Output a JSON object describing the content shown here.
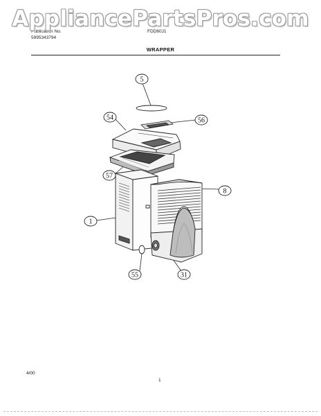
{
  "watermark": "AppliancePartsPros.com",
  "header": {
    "publication_label": "Publication No.",
    "publication_number": "5995343794",
    "model": "FDD60J1"
  },
  "title": "WRAPPER",
  "callouts": [
    "5",
    "54",
    "56",
    "57",
    "8",
    "1",
    "55",
    "31"
  ],
  "footer": {
    "date": "4/00",
    "page": "1"
  }
}
